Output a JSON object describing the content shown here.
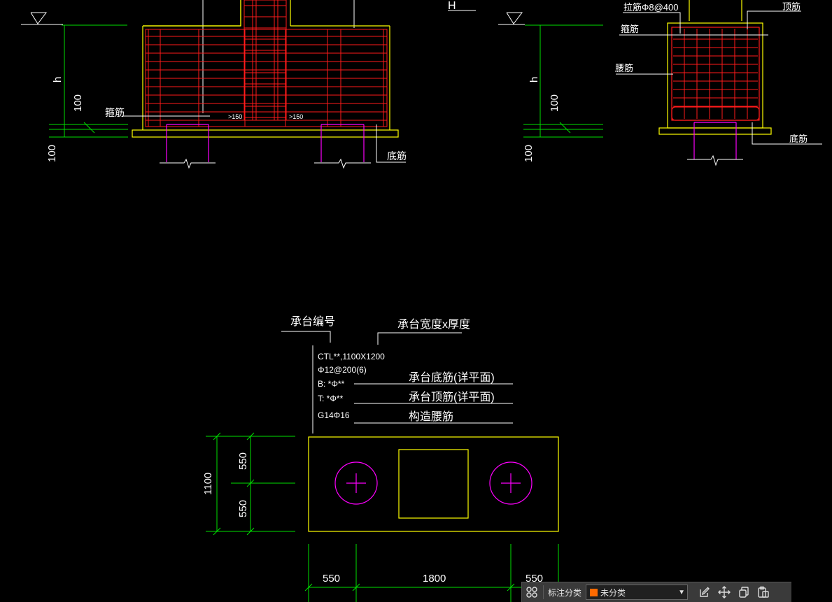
{
  "colors": {
    "background": "#000000",
    "yellow": "#ffff00",
    "red": "#ff1a1a",
    "green": "#00e000",
    "magenta": "#ff00ff",
    "white": "#ffffff",
    "accent_swatch": "#ff6a00"
  },
  "top_left_section": {
    "level_label": "h",
    "dim_100_upper": "100",
    "dim_100_lower": "100",
    "stirrup_label": "箍筋",
    "bottom_bar_label": "底筋",
    "lap_label_1": ">150",
    "lap_label_2": ">150"
  },
  "top_right_section": {
    "level_label": "h",
    "dim_100_upper": "100",
    "dim_100_lower": "100",
    "h_marker": "H",
    "tie_label": "拉筋Φ8@400",
    "top_bar_label": "顶筋",
    "stirrup_label": "箍筋",
    "waist_bar_label": "腰筋",
    "bottom_bar_label": "底筋"
  },
  "annotation": {
    "label_cap_number": "承台编号",
    "label_cap_size": "承台宽度x厚度",
    "line_1": "CTL**,1100X1200",
    "line_2": "Φ12@200(6)",
    "line_3": "B: *Φ**",
    "line_4": "T: *Φ**",
    "line_5": "G14Φ16",
    "note_bottom_bars": "承台底筋(详平面)",
    "note_top_bars": "承台顶筋(详平面)",
    "note_waist_bars": "构造腰筋"
  },
  "plan_dimensions": {
    "overall_height": "1100",
    "upper_half": "550",
    "lower_half": "550",
    "left_span": "550",
    "middle_span": "1800",
    "right_span": "550"
  },
  "bottom_bar": {
    "grid_icon": "grid-icon",
    "category_label": "标注分类",
    "category_value": "未分类",
    "tools": [
      "edit-icon",
      "move-icon",
      "copy-icon",
      "paste-icon"
    ]
  }
}
